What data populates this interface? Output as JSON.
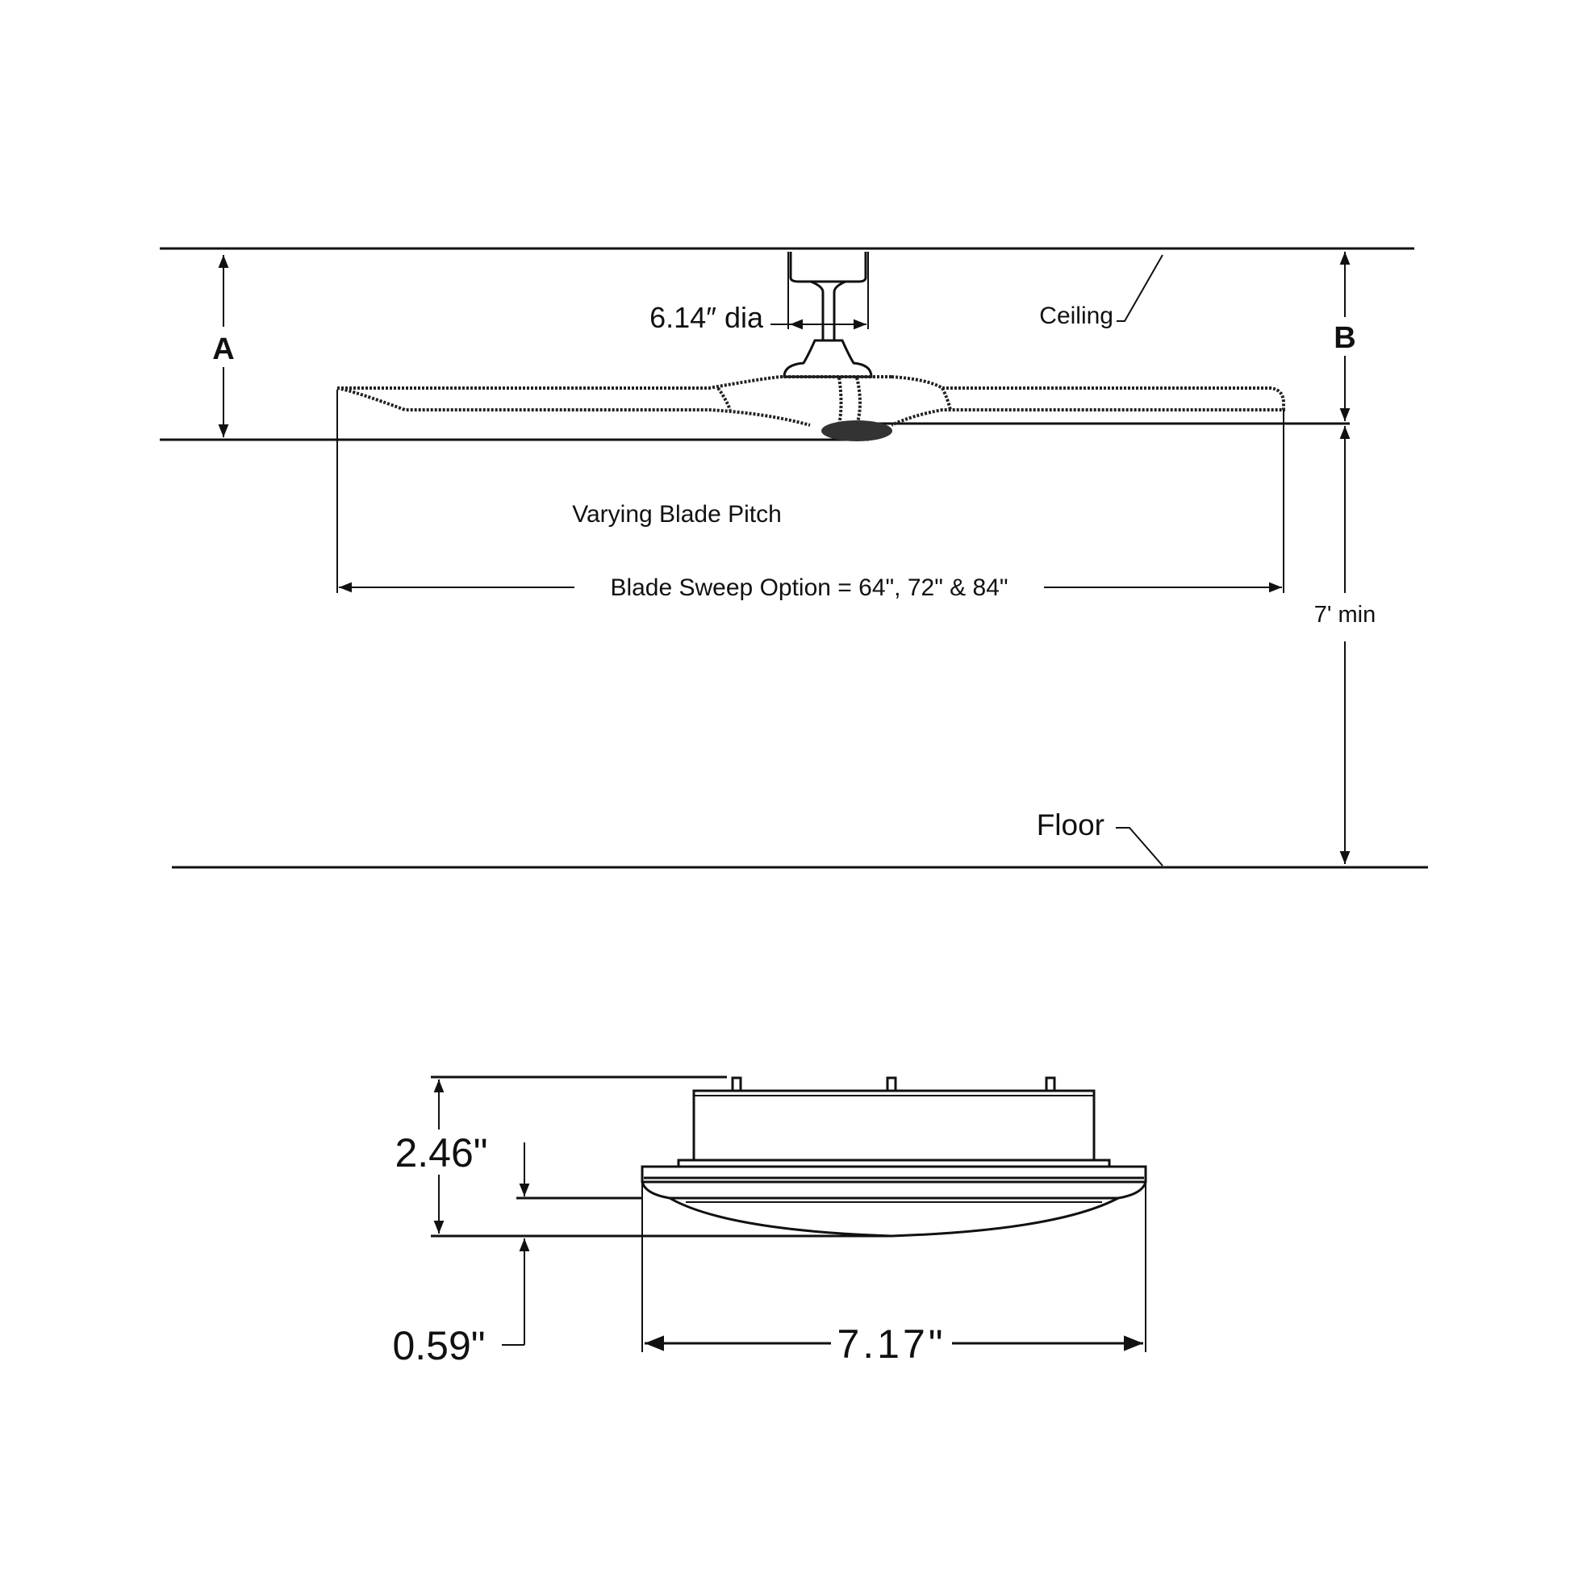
{
  "fan_elevation": {
    "label_a": "A",
    "label_b": "B",
    "canopy_dia": "6.14″ dia",
    "ceiling": "Ceiling",
    "floor": "Floor",
    "blade_pitch": "Varying Blade Pitch",
    "blade_sweep": "Blade Sweep Option = 64\", 72\" & 84\"",
    "min_height": "7' min"
  },
  "light_kit": {
    "height": "2.46\"",
    "lens_depth": "0.59\"",
    "diameter": "7.17\""
  }
}
